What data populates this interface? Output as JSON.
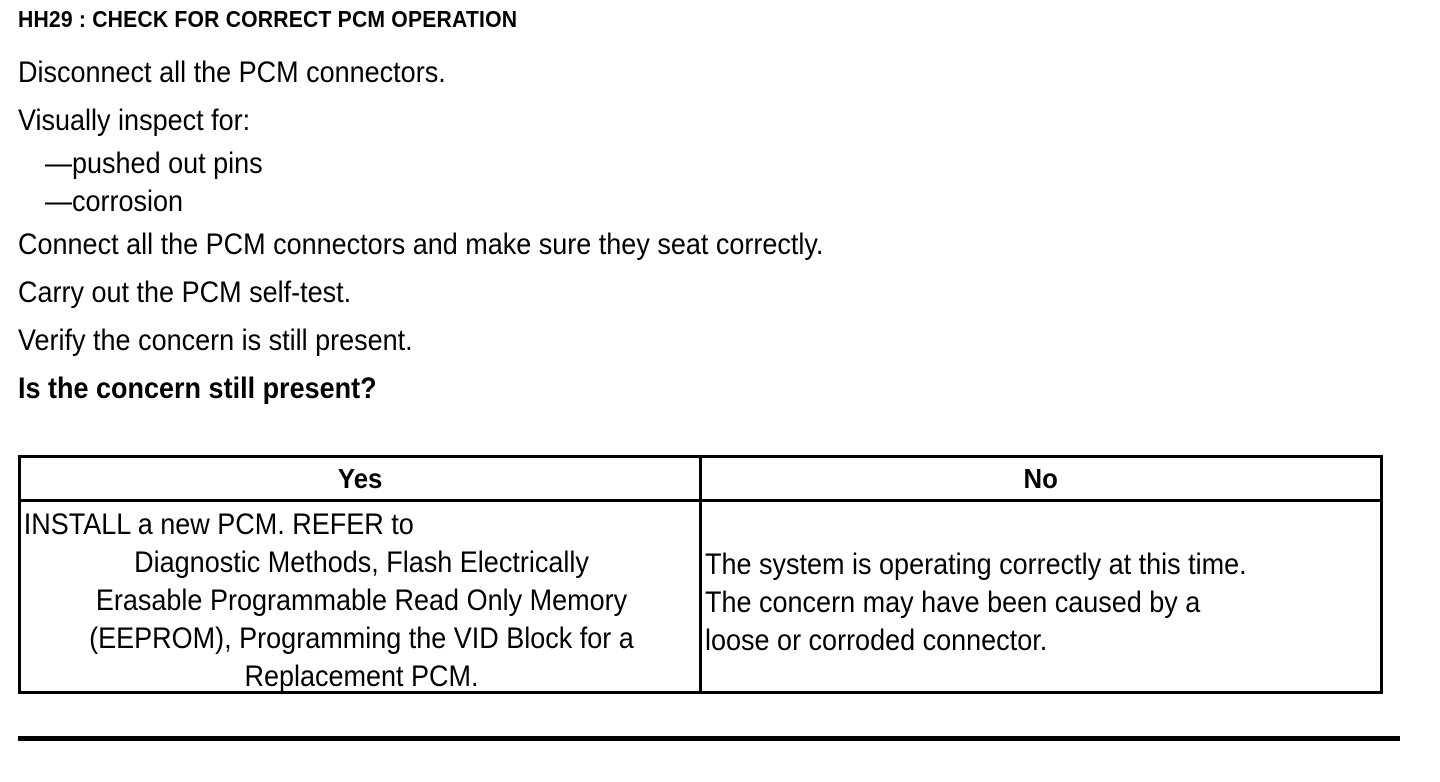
{
  "document": {
    "step_title": "HH29 : CHECK FOR CORRECT PCM OPERATION",
    "instructions": [
      {
        "text": "Disconnect all the PCM connectors.",
        "style": "normal"
      },
      {
        "text": "Visually inspect for:",
        "style": "normal"
      },
      {
        "text": "—pushed out pins",
        "style": "indent"
      },
      {
        "text": "—corrosion",
        "style": "indent"
      },
      {
        "text": "Connect all the PCM connectors and make sure they seat correctly.",
        "style": "normal"
      },
      {
        "text": "Carry out the PCM self-test.",
        "style": "normal"
      },
      {
        "text": "Verify the concern is still present.",
        "style": "normal"
      },
      {
        "text": "Is the concern still present?",
        "style": "bold"
      }
    ]
  },
  "decision_table": {
    "headers": {
      "yes": "Yes",
      "no": "No"
    },
    "yes_cell": {
      "lines": [
        "INSTALL a new PCM.  REFER to",
        "Diagnostic Methods, Flash Electrically",
        "Erasable Programmable Read Only Memory",
        "(EEPROM), Programming the VID Block for a",
        "Replacement PCM."
      ]
    },
    "no_cell": {
      "lines": [
        "The system is operating correctly at this time.",
        "The concern may have been caused by a",
        "loose or corroded connector."
      ]
    }
  },
  "colors": {
    "ink": "#000000",
    "paper": "#ffffff"
  }
}
